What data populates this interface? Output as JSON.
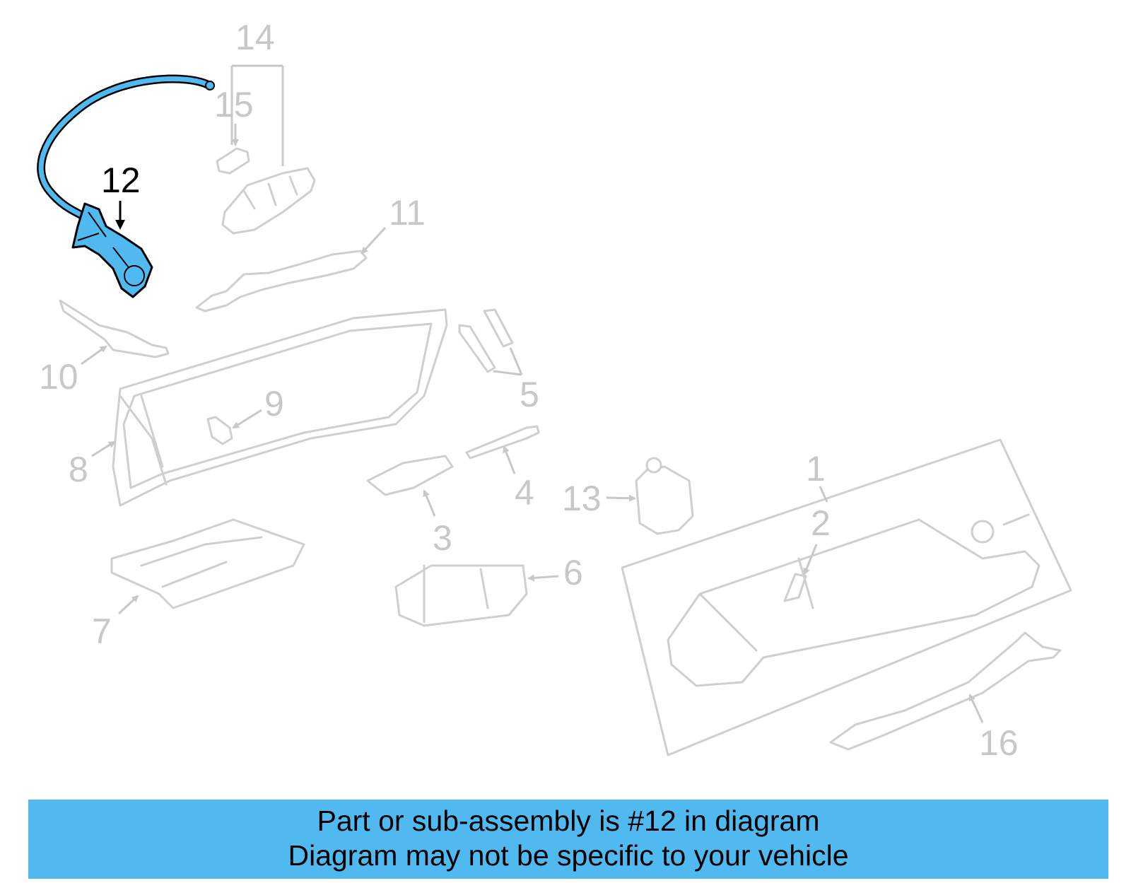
{
  "diagram": {
    "highlight_color": "#4fb9f0",
    "part_line_color": "#cfcfcf",
    "highlighted_part": "12",
    "callouts": [
      "1",
      "2",
      "3",
      "4",
      "5",
      "6",
      "7",
      "8",
      "9",
      "10",
      "11",
      "12",
      "13",
      "14",
      "15",
      "16"
    ]
  },
  "caption": {
    "line1": "Part or sub-assembly is #12 in diagram",
    "line2": "Diagram may not be specific to your vehicle"
  }
}
